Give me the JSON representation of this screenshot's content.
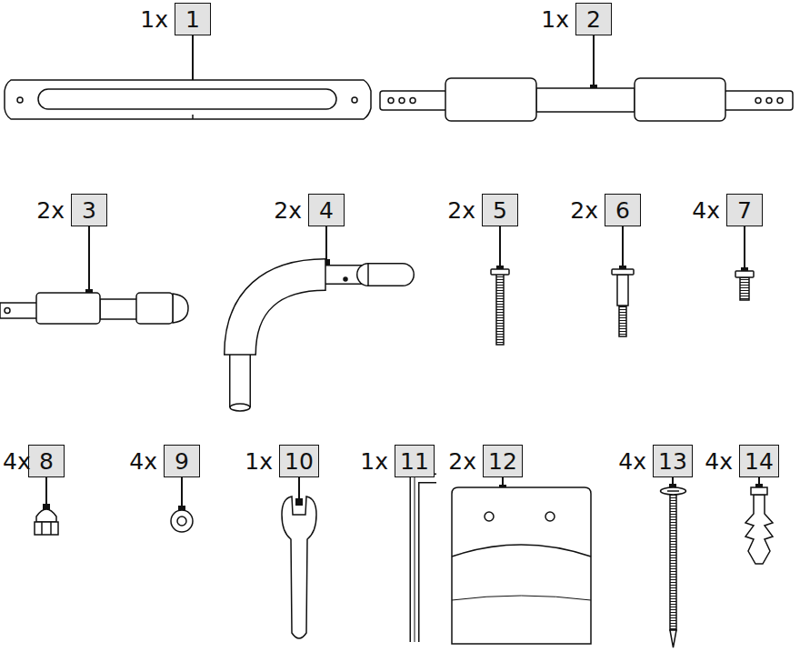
{
  "diagram": {
    "nodes": [
      {
        "text": [
          "1"
        ]
      },
      {
        "text": [
          "2"
        ]
      },
      {
        "text": [
          "3"
        ]
      },
      {
        "text": [
          "4"
        ]
      },
      {
        "text": [
          "5"
        ]
      },
      {
        "text": [
          "6"
        ]
      },
      {
        "text": [
          "7"
        ]
      },
      {
        "text": [
          "8"
        ]
      },
      {
        "text": [
          "9"
        ]
      },
      {
        "text": [
          "10"
        ]
      },
      {
        "text": [
          "11"
        ]
      },
      {
        "text": [
          "12"
        ]
      },
      {
        "text": [
          "13"
        ]
      },
      {
        "text": [
          "14"
        ]
      }
    ],
    "labels": [
      "1x",
      "1x",
      "2x",
      "2x",
      "2x",
      "2x",
      "4x",
      "4x",
      "4x",
      "1x",
      "1x",
      "2x",
      "4x",
      "4x"
    ]
  }
}
